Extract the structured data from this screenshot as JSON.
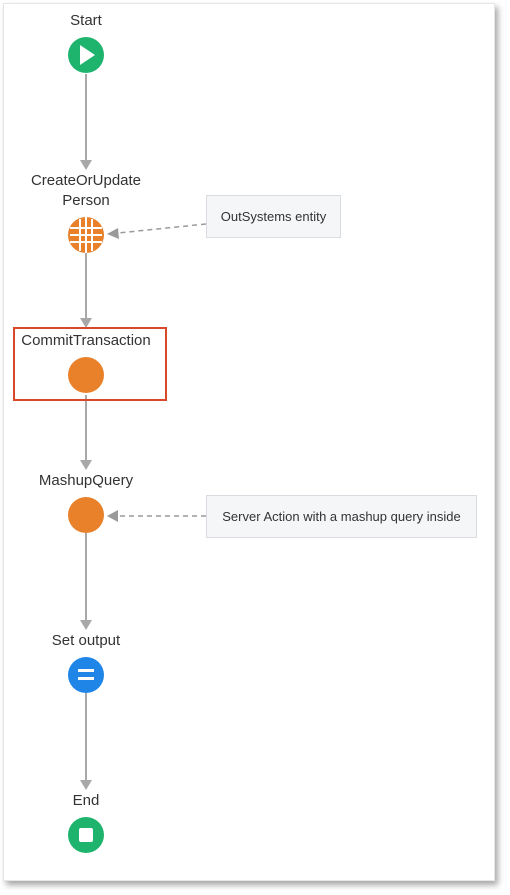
{
  "nodes": {
    "start": {
      "label": "Start"
    },
    "create_or_update": {
      "label_line1": "CreateOrUpdate",
      "label_line2": "Person"
    },
    "commit": {
      "label": "CommitTransaction"
    },
    "mashup": {
      "label": "MashupQuery"
    },
    "set_output": {
      "label": "Set output"
    },
    "end": {
      "label": "End"
    }
  },
  "notes": {
    "entity": "OutSystems entity",
    "server_action": "Server Action with a mashup query inside"
  },
  "colors": {
    "start_end": "#1fb46e",
    "entity": "#e8812a",
    "action": "#e8812a",
    "assign": "#1f86e8",
    "connector": "#a8a8a8",
    "highlight": "#d9482b"
  }
}
